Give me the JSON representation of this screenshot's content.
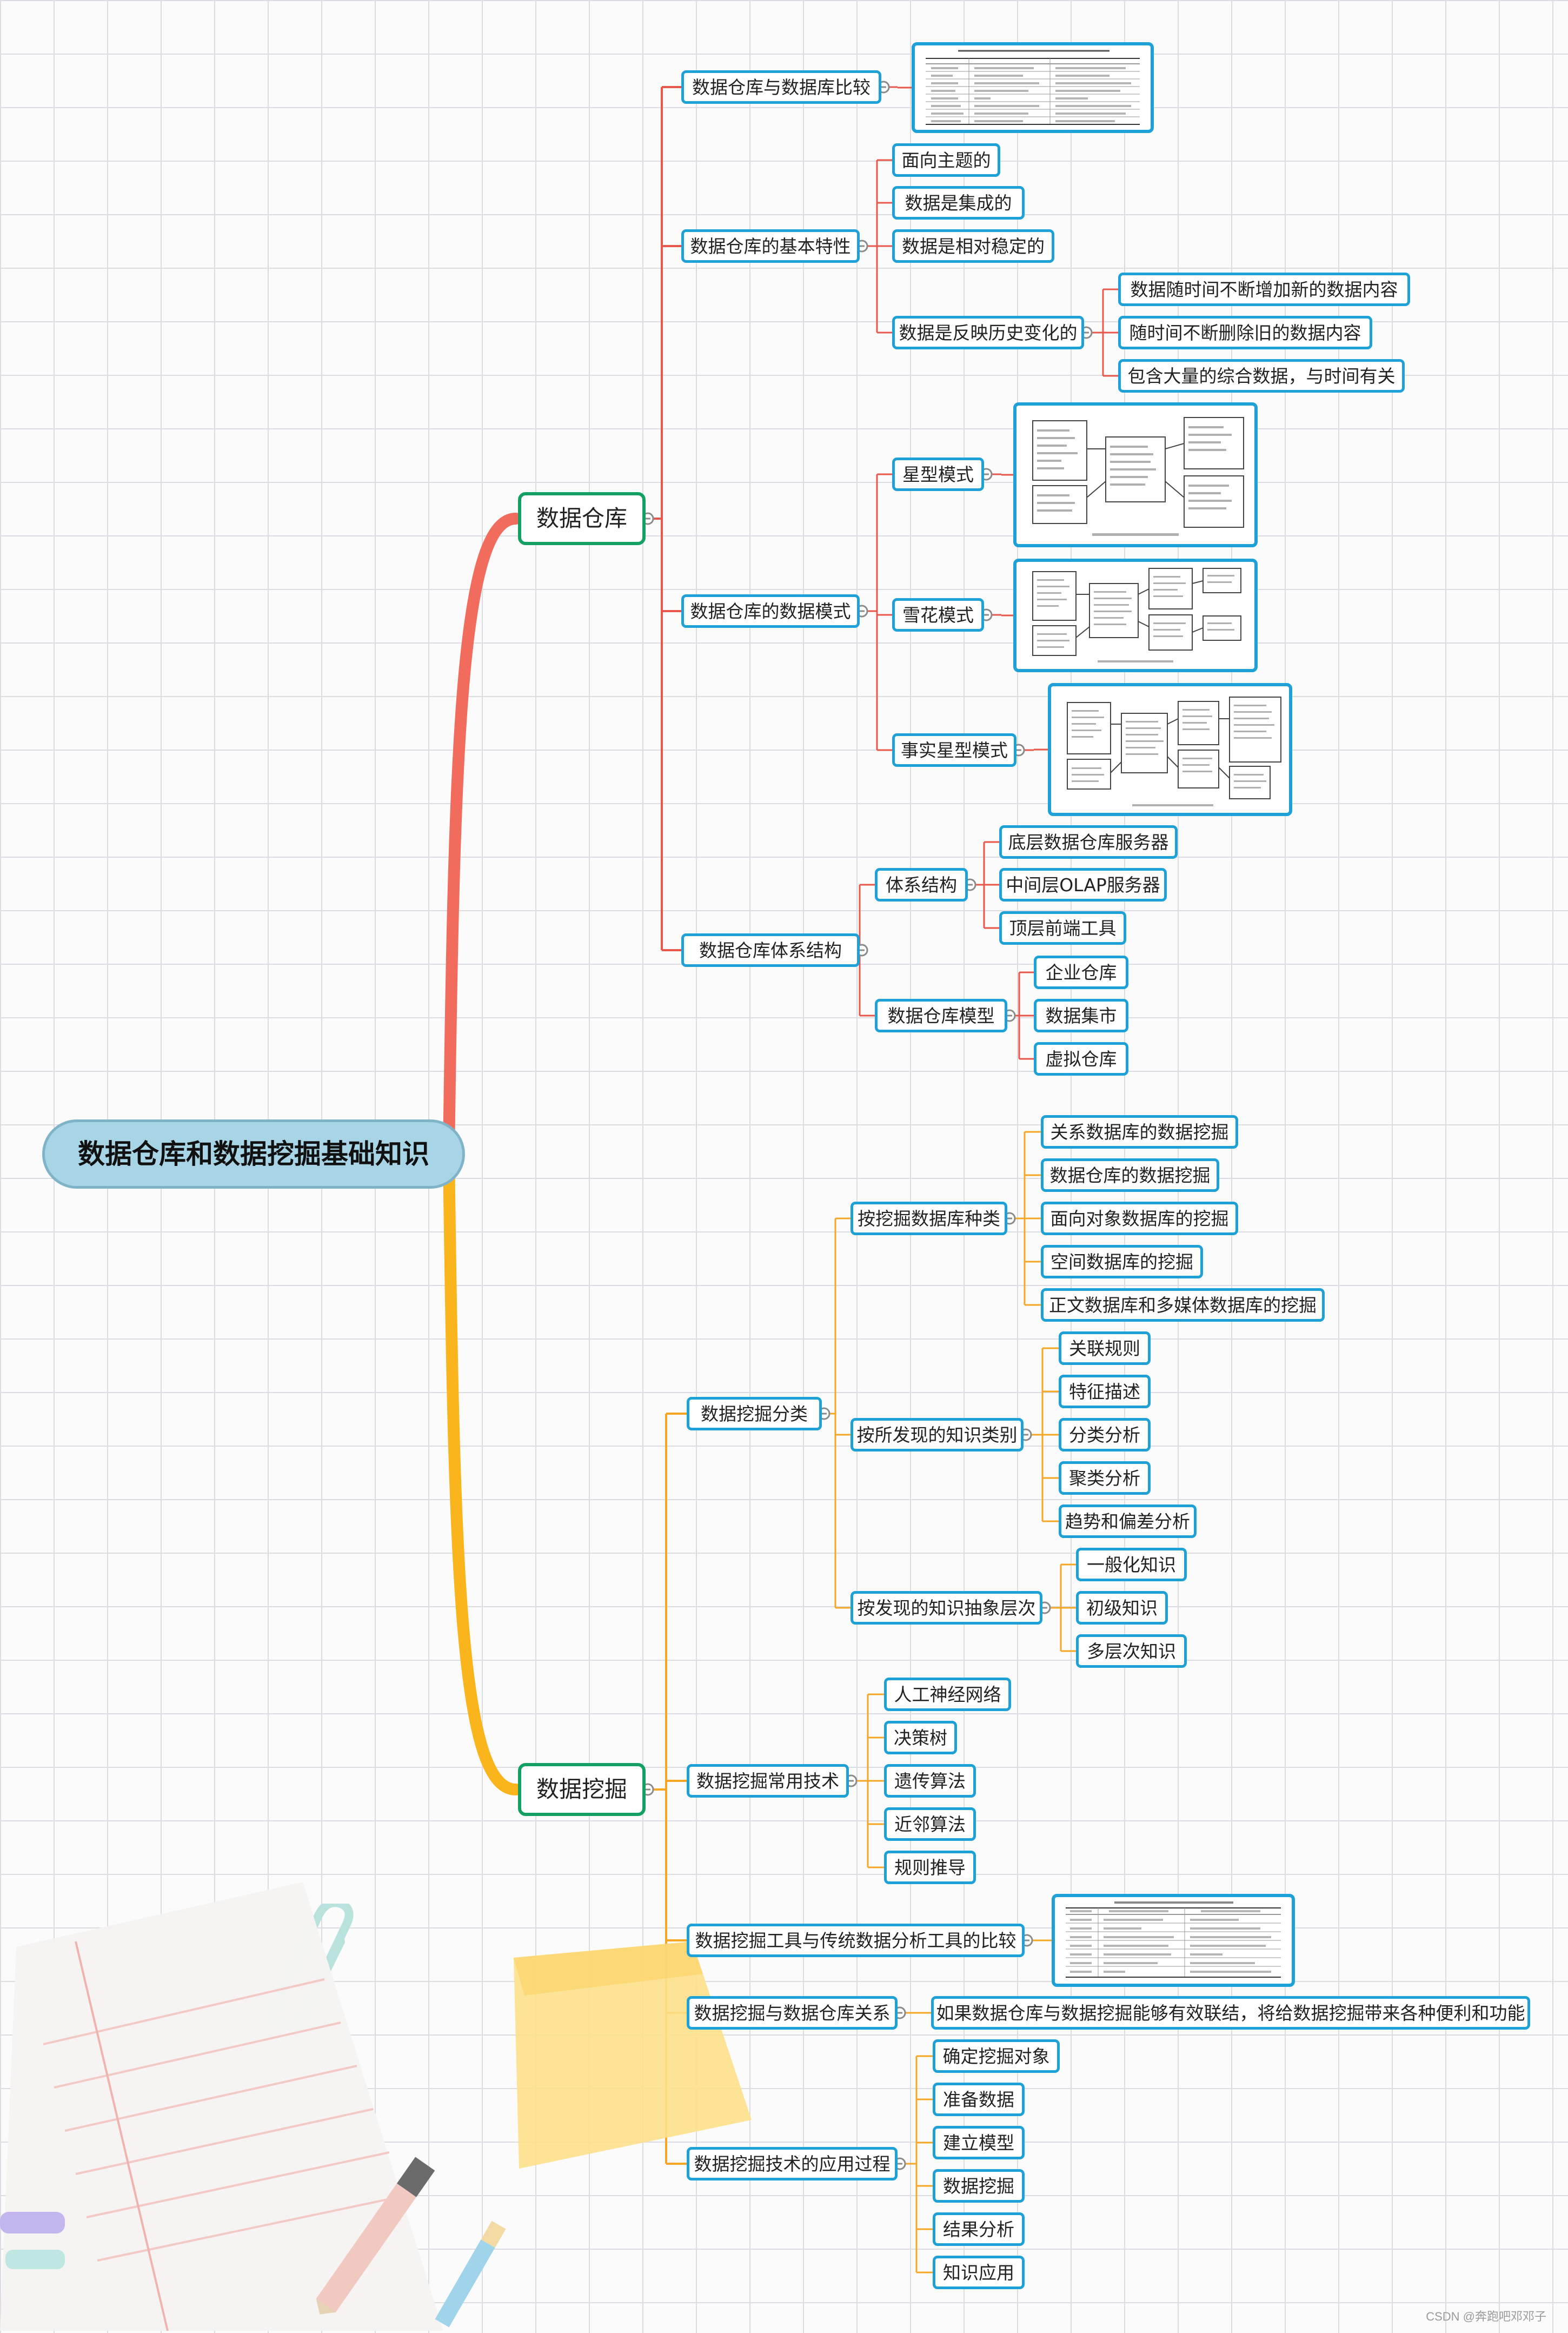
{
  "root": "数据仓库和数据挖掘基础知识",
  "dw": {
    "title": "数据仓库",
    "compare": "数据仓库与数据库比较",
    "features": {
      "title": "数据仓库的基本特性",
      "items": [
        "面向主题的",
        "数据是集成的",
        "数据是相对稳定的"
      ],
      "history": {
        "title": "数据是反映历史变化的",
        "items": [
          "数据随时间不断增加新的数据内容",
          "随时间不断删除旧的数据内容",
          "包含大量的综合数据，与时间有关"
        ]
      }
    },
    "schema": {
      "title": "数据仓库的数据模式",
      "star": "星型模式",
      "snowflake": "雪花模式",
      "constellation": "事实星型模式"
    },
    "arch": {
      "title": "数据仓库体系结构",
      "structure": {
        "title": "体系结构",
        "items": [
          "底层数据仓库服务器",
          "中间层OLAP服务器",
          "顶层前端工具"
        ]
      },
      "models": {
        "title": "数据仓库模型",
        "items": [
          "企业仓库",
          "数据集市",
          "虚拟仓库"
        ]
      }
    }
  },
  "dm": {
    "title": "数据挖掘",
    "classification": {
      "title": "数据挖掘分类",
      "by_db": {
        "title": "按挖掘数据库种类",
        "items": [
          "关系数据库的数据挖掘",
          "数据仓库的数据挖掘",
          "面向对象数据库的挖掘",
          "空间数据库的挖掘",
          "正文数据库和多媒体数据库的挖掘"
        ]
      },
      "by_kind": {
        "title": "按所发现的知识类别",
        "items": [
          "关联规则",
          "特征描述",
          "分类分析",
          "聚类分析",
          "趋势和偏差分析"
        ]
      },
      "by_level": {
        "title": "按发现的知识抽象层次",
        "items": [
          "一般化知识",
          "初级知识",
          "多层次知识"
        ]
      }
    },
    "techniques": {
      "title": "数据挖掘常用技术",
      "items": [
        "人工神经网络",
        "决策树",
        "遗传算法",
        "近邻算法",
        "规则推导"
      ]
    },
    "tools": "数据挖掘工具与传统数据分析工具的比较",
    "relation": {
      "title": "数据挖掘与数据仓库关系",
      "text": "如果数据仓库与数据挖掘能够有效联结，将给数据挖掘带来各种便利和功能"
    },
    "process": {
      "title": "数据挖掘技术的应用过程",
      "items": [
        "确定挖掘对象",
        "准备数据",
        "建立模型",
        "数据挖掘",
        "结果分析",
        "知识应用"
      ]
    }
  },
  "watermark": "CSDN @奔跑吧邓邓子"
}
